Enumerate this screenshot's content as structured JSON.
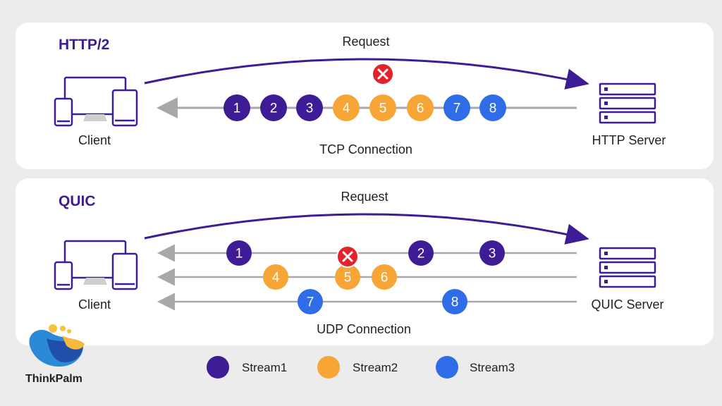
{
  "colors": {
    "stream1": "#3e1c96",
    "stream2": "#f7a536",
    "stream3": "#2f6de8",
    "line": "#a8a8a8",
    "arc": "#3e1c96",
    "error": "#e3222a"
  },
  "http2": {
    "title": "HTTP/2",
    "request": "Request",
    "client": "Client",
    "server": "HTTP Server",
    "connection": "TCP Connection",
    "packets": [
      {
        "label": "1",
        "stream": 1
      },
      {
        "label": "2",
        "stream": 1
      },
      {
        "label": "3",
        "stream": 1
      },
      {
        "label": "4",
        "stream": 2
      },
      {
        "label": "5",
        "stream": 2,
        "lost": true
      },
      {
        "label": "6",
        "stream": 2
      },
      {
        "label": "7",
        "stream": 3
      },
      {
        "label": "8",
        "stream": 3
      }
    ]
  },
  "quic": {
    "title": "QUIC",
    "request": "Request",
    "client": "Client",
    "server": "QUIC Server",
    "connection": "UDP Connection",
    "lanes": [
      {
        "stream": 1,
        "packets": [
          {
            "label": "1"
          },
          {
            "label": "2"
          },
          {
            "label": "3"
          }
        ]
      },
      {
        "stream": 2,
        "packets": [
          {
            "label": "4"
          },
          {
            "label": "5",
            "lost": true
          },
          {
            "label": "6"
          }
        ]
      },
      {
        "stream": 3,
        "packets": [
          {
            "label": "7"
          },
          {
            "label": "8"
          }
        ]
      }
    ]
  },
  "legend": [
    {
      "label": "Stream1",
      "stream": 1
    },
    {
      "label": "Stream2",
      "stream": 2
    },
    {
      "label": "Stream3",
      "stream": 3
    }
  ],
  "brand": {
    "name": "ThinkPalm",
    "icon": "thinkpalm-logo"
  }
}
